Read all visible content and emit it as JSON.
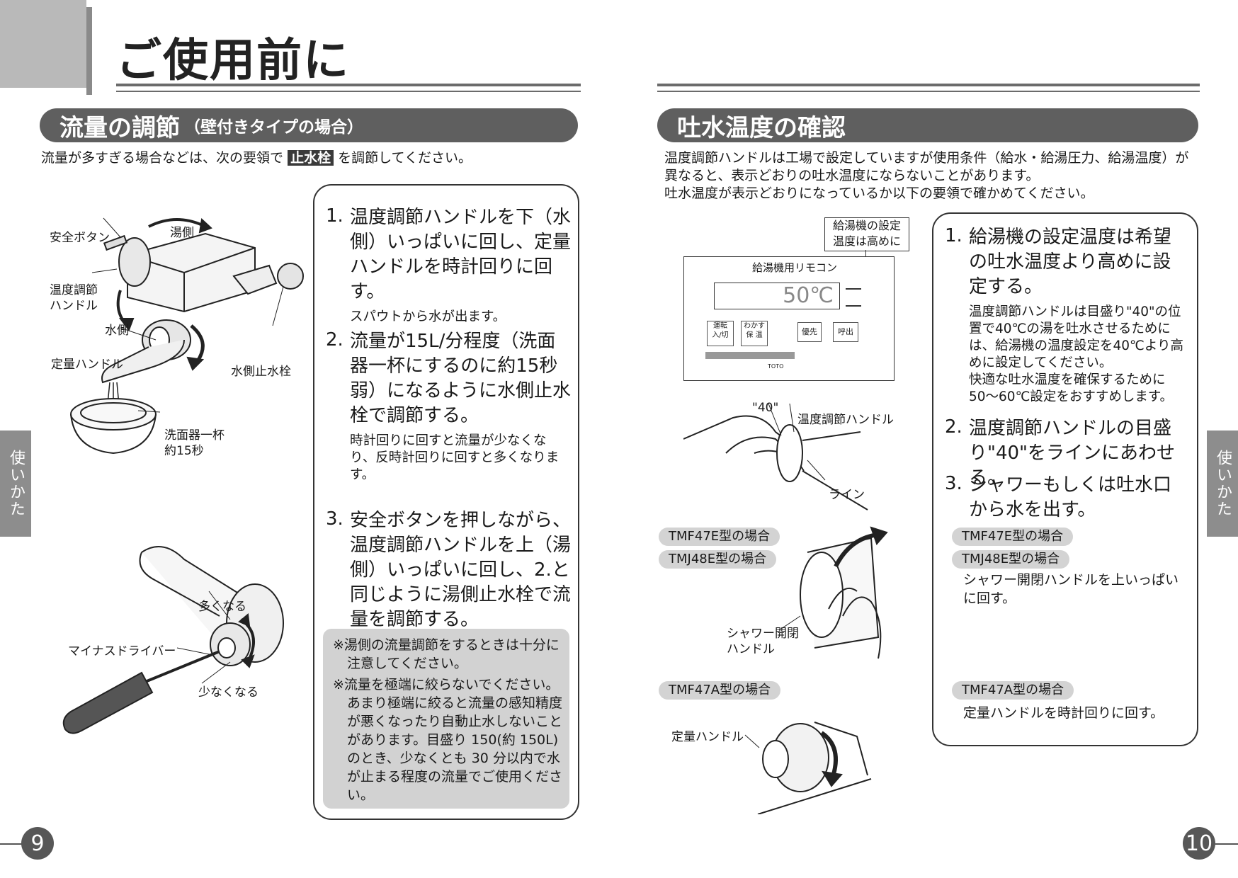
{
  "page_title": "ご使用前に",
  "left": {
    "section_title": "流量の調節",
    "section_sub": "（壁付きタイプの場合）",
    "intro_before": "流量が多すぎる場合などは、次の要領で",
    "intro_highlight": "止水栓",
    "intro_after": "を調節してください。",
    "labels": {
      "safety_button": "安全ボタン",
      "hot_side": "湯側",
      "temp_handle": "温度調節\nハンドル",
      "water_side": "水側",
      "flow_handle": "定量ハンドル",
      "water_stop": "水側止水栓",
      "basin": "洗面器一杯\n約15秒",
      "more": "多くなる",
      "driver": "マイナスドライバー",
      "less": "少なくなる"
    },
    "steps": [
      {
        "num": "1.",
        "head": "温度調節ハンドルを下（水側）いっぱいに回し、定量ハンドルを時計回りに回す。",
        "body": "スパウトから水が出ます。"
      },
      {
        "num": "2.",
        "head": "流量が15L/分程度（洗面器一杯にするのに約15秒弱）になるように水側止水栓で調節する。",
        "body": "時計回りに回すと流量が少なくなり、反時計回りに回すと多くなります。"
      },
      {
        "num": "3.",
        "head": "安全ボタンを押しながら、温度調節ハンドルを上（湯側）いっぱいに回し、2.と同じように湯側止水栓で流量を調節する。",
        "body": ""
      }
    ],
    "notes": [
      "※湯側の流量調節をするときは十分に注意してください。",
      "※流量を極端に絞らないでください。あまり極端に絞ると流量の感知精度が悪くなったり自動止水しないことがあります。目盛り 150(約 150L)のとき、少なくとも 30 分以内で水が止まる程度の流量でご使用ください。"
    ],
    "page_number": "9"
  },
  "right": {
    "section_title": "吐水温度の確認",
    "intro": "温度調節ハンドルは工場で設定していますが使用条件（給水・給湯圧力、給湯温度）が異なると、表示どおりの吐水温度にならないことがあります。\n吐水温度が表示どおりになっているか以下の要領で確かめてください。",
    "callout": "給湯機の設定\n温度は高めに",
    "remote": {
      "title": "給湯機用リモコン",
      "display": "50℃",
      "btn1": "運転\n入/切",
      "btn2": "わかす\n保 温",
      "btn3": "優先",
      "btn4": "呼出",
      "brand": "TOTO"
    },
    "labels": {
      "mark40": "\"40\"",
      "temp_handle": "温度調節ハンドル",
      "line": "ライン",
      "shower_handle": "シャワー開閉\nハンドル",
      "flow_handle": "定量ハンドル"
    },
    "tags": [
      "TMF47E型の場合",
      "TMJ48E型の場合",
      "TMF47A型の場合"
    ],
    "steps": [
      {
        "num": "1.",
        "head": "給湯機の設定温度は希望の吐水温度より高めに設定する。",
        "body": "温度調節ハンドルは目盛り\"40\"の位置で40℃の湯を吐水させるためには、給湯機の温度設定を40℃より高めに設定してください。\n快適な吐水温度を確保するために50〜60℃設定をおすすめします。"
      },
      {
        "num": "2.",
        "head": "温度調節ハンドルの目盛り\"40\"をラインにあわせる。",
        "body": ""
      },
      {
        "num": "3.",
        "head": "シャワーもしくは吐水口から水を出す。",
        "body": ""
      }
    ],
    "instr_shower": "シャワー開閉ハンドルを上いっぱいに回す。",
    "instr_flow": "定量ハンドルを時計回りに回す。",
    "page_number": "10"
  },
  "side_tab": "使いかた"
}
